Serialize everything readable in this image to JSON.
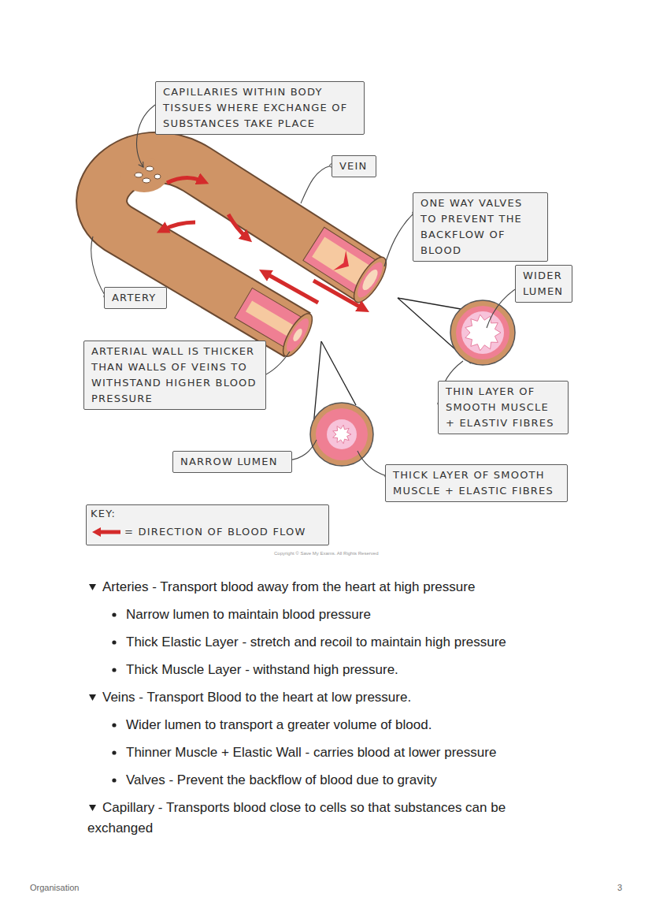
{
  "diagram": {
    "nodes": [
      {
        "text": [
          "CAPILLARIES WITHIN BODY TISSUES WHERE EXCHANGE OF SUBSTANCES TAKE PLACE"
        ]
      },
      {
        "text": [
          "VEIN"
        ]
      },
      {
        "text": [
          "ONE WAY VALVES TO PREVENT THE BACKFLOW OF BLOOD"
        ]
      },
      {
        "text": [
          "WIDER LUMEN"
        ]
      },
      {
        "text": [
          "ARTERY"
        ]
      },
      {
        "text": [
          "ARTERIAL WALL IS THICKER THAN WALLS OF VEINS TO WITHSTAND HIGHER BLOOD PRESSURE"
        ]
      },
      {
        "text": [
          "THIN LAYER OF SMOOTH MUSCLE + ELASTIV FIBRES"
        ]
      },
      {
        "text": [
          "NARROW LUMEN"
        ]
      },
      {
        "text": [
          "THICK LAYER OF SMOOTH MUSCLE + ELASTIC FIBRES"
        ]
      }
    ],
    "labels": [
      "KEY:",
      "Copyright © Save My Exams. All Rights Reserved",
      "Arteries - Transport blood away from the heart at high pressure",
      "Narrow lumen to maintain blood pressure",
      "Thick Elastic Layer - stretch and recoil to maintain high pressure",
      "Thick Muscle Layer - withstand high pressure.",
      "Veins - Transport Blood to the heart at low pressure.",
      "Wider lumen to transport a greater volume of blood.",
      "Thinner Muscle + Elastic Wall - carries blood at lower pressure",
      "Valves - Prevent the backflow of blood due to gravity",
      "Capillary - Transports blood close to cells so that substances can be exchanged",
      "Organisation",
      "3"
    ],
    "legend": [
      {
        "text": "= DIRECTION OF BLOOD FLOW"
      }
    ]
  }
}
